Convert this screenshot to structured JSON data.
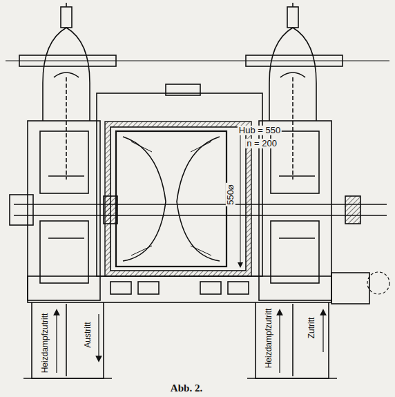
{
  "diagram": {
    "caption": "Abb. 2.",
    "labels": [
      "Hub = 550",
      "n = 200",
      "550⌀",
      "Heizdampfzutritt",
      "Austritt",
      "Heizdampfzutritt",
      "Zutritt"
    ]
  }
}
